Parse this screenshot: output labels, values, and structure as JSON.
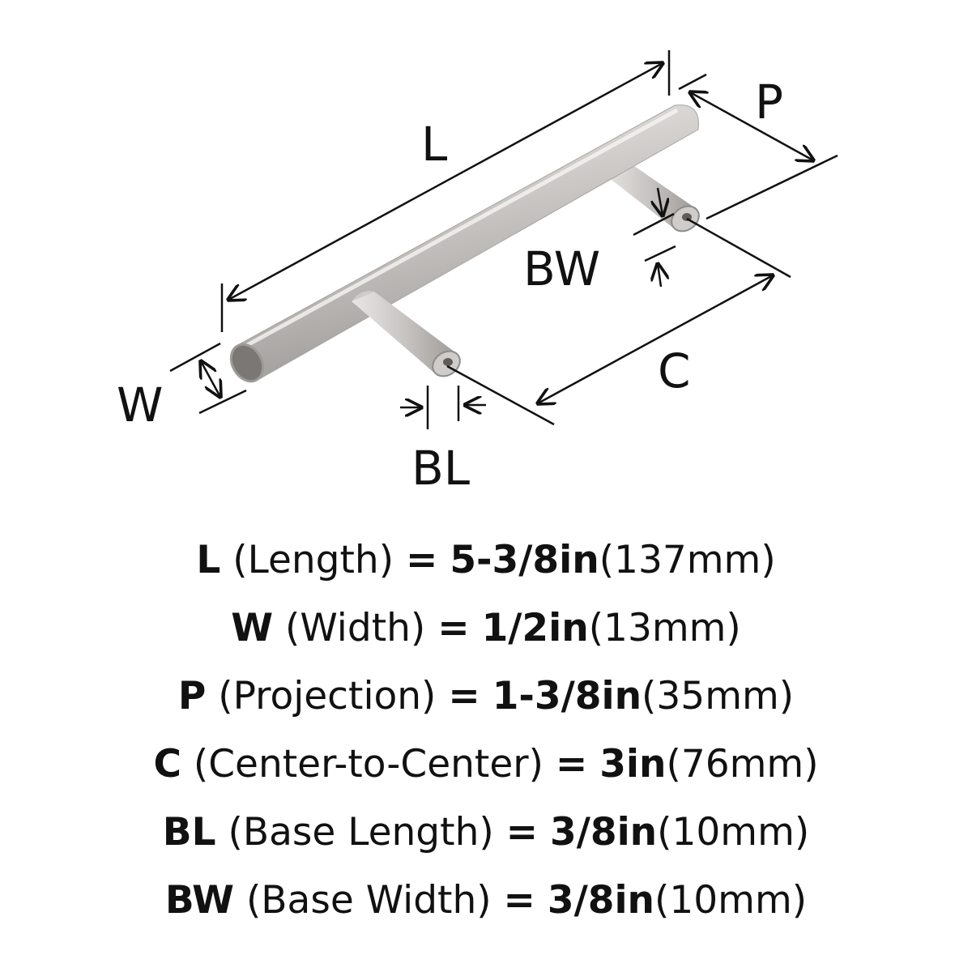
{
  "diagram": {
    "labels": {
      "L": "L",
      "P": "P",
      "BW": "BW",
      "C": "C",
      "W": "W",
      "BL": "BL"
    },
    "colors": {
      "metal_light": "#e6e4e2",
      "metal_mid": "#bdbab7",
      "metal_dark": "#8e8b88",
      "end_cap": "#6f6c69",
      "line": "#111111"
    }
  },
  "specs": [
    {
      "code": "L",
      "name": "(Length)",
      "eq": "=",
      "inch": "5-3/8in",
      "mm": "(137mm)"
    },
    {
      "code": "W",
      "name": "(Width)",
      "eq": "=",
      "inch": "1/2in",
      "mm": "(13mm)"
    },
    {
      "code": "P",
      "name": "(Projection)",
      "eq": "=",
      "inch": "1-3/8in",
      "mm": "(35mm)"
    },
    {
      "code": "C",
      "name": "(Center-to-Center)",
      "eq": "=",
      "inch": "3in",
      "mm": "(76mm)"
    },
    {
      "code": "BL",
      "name": "(Base Length)",
      "eq": "=",
      "inch": "3/8in",
      "mm": "(10mm)"
    },
    {
      "code": "BW",
      "name": "(Base Width)",
      "eq": "=",
      "inch": "3/8in",
      "mm": "(10mm)"
    }
  ]
}
